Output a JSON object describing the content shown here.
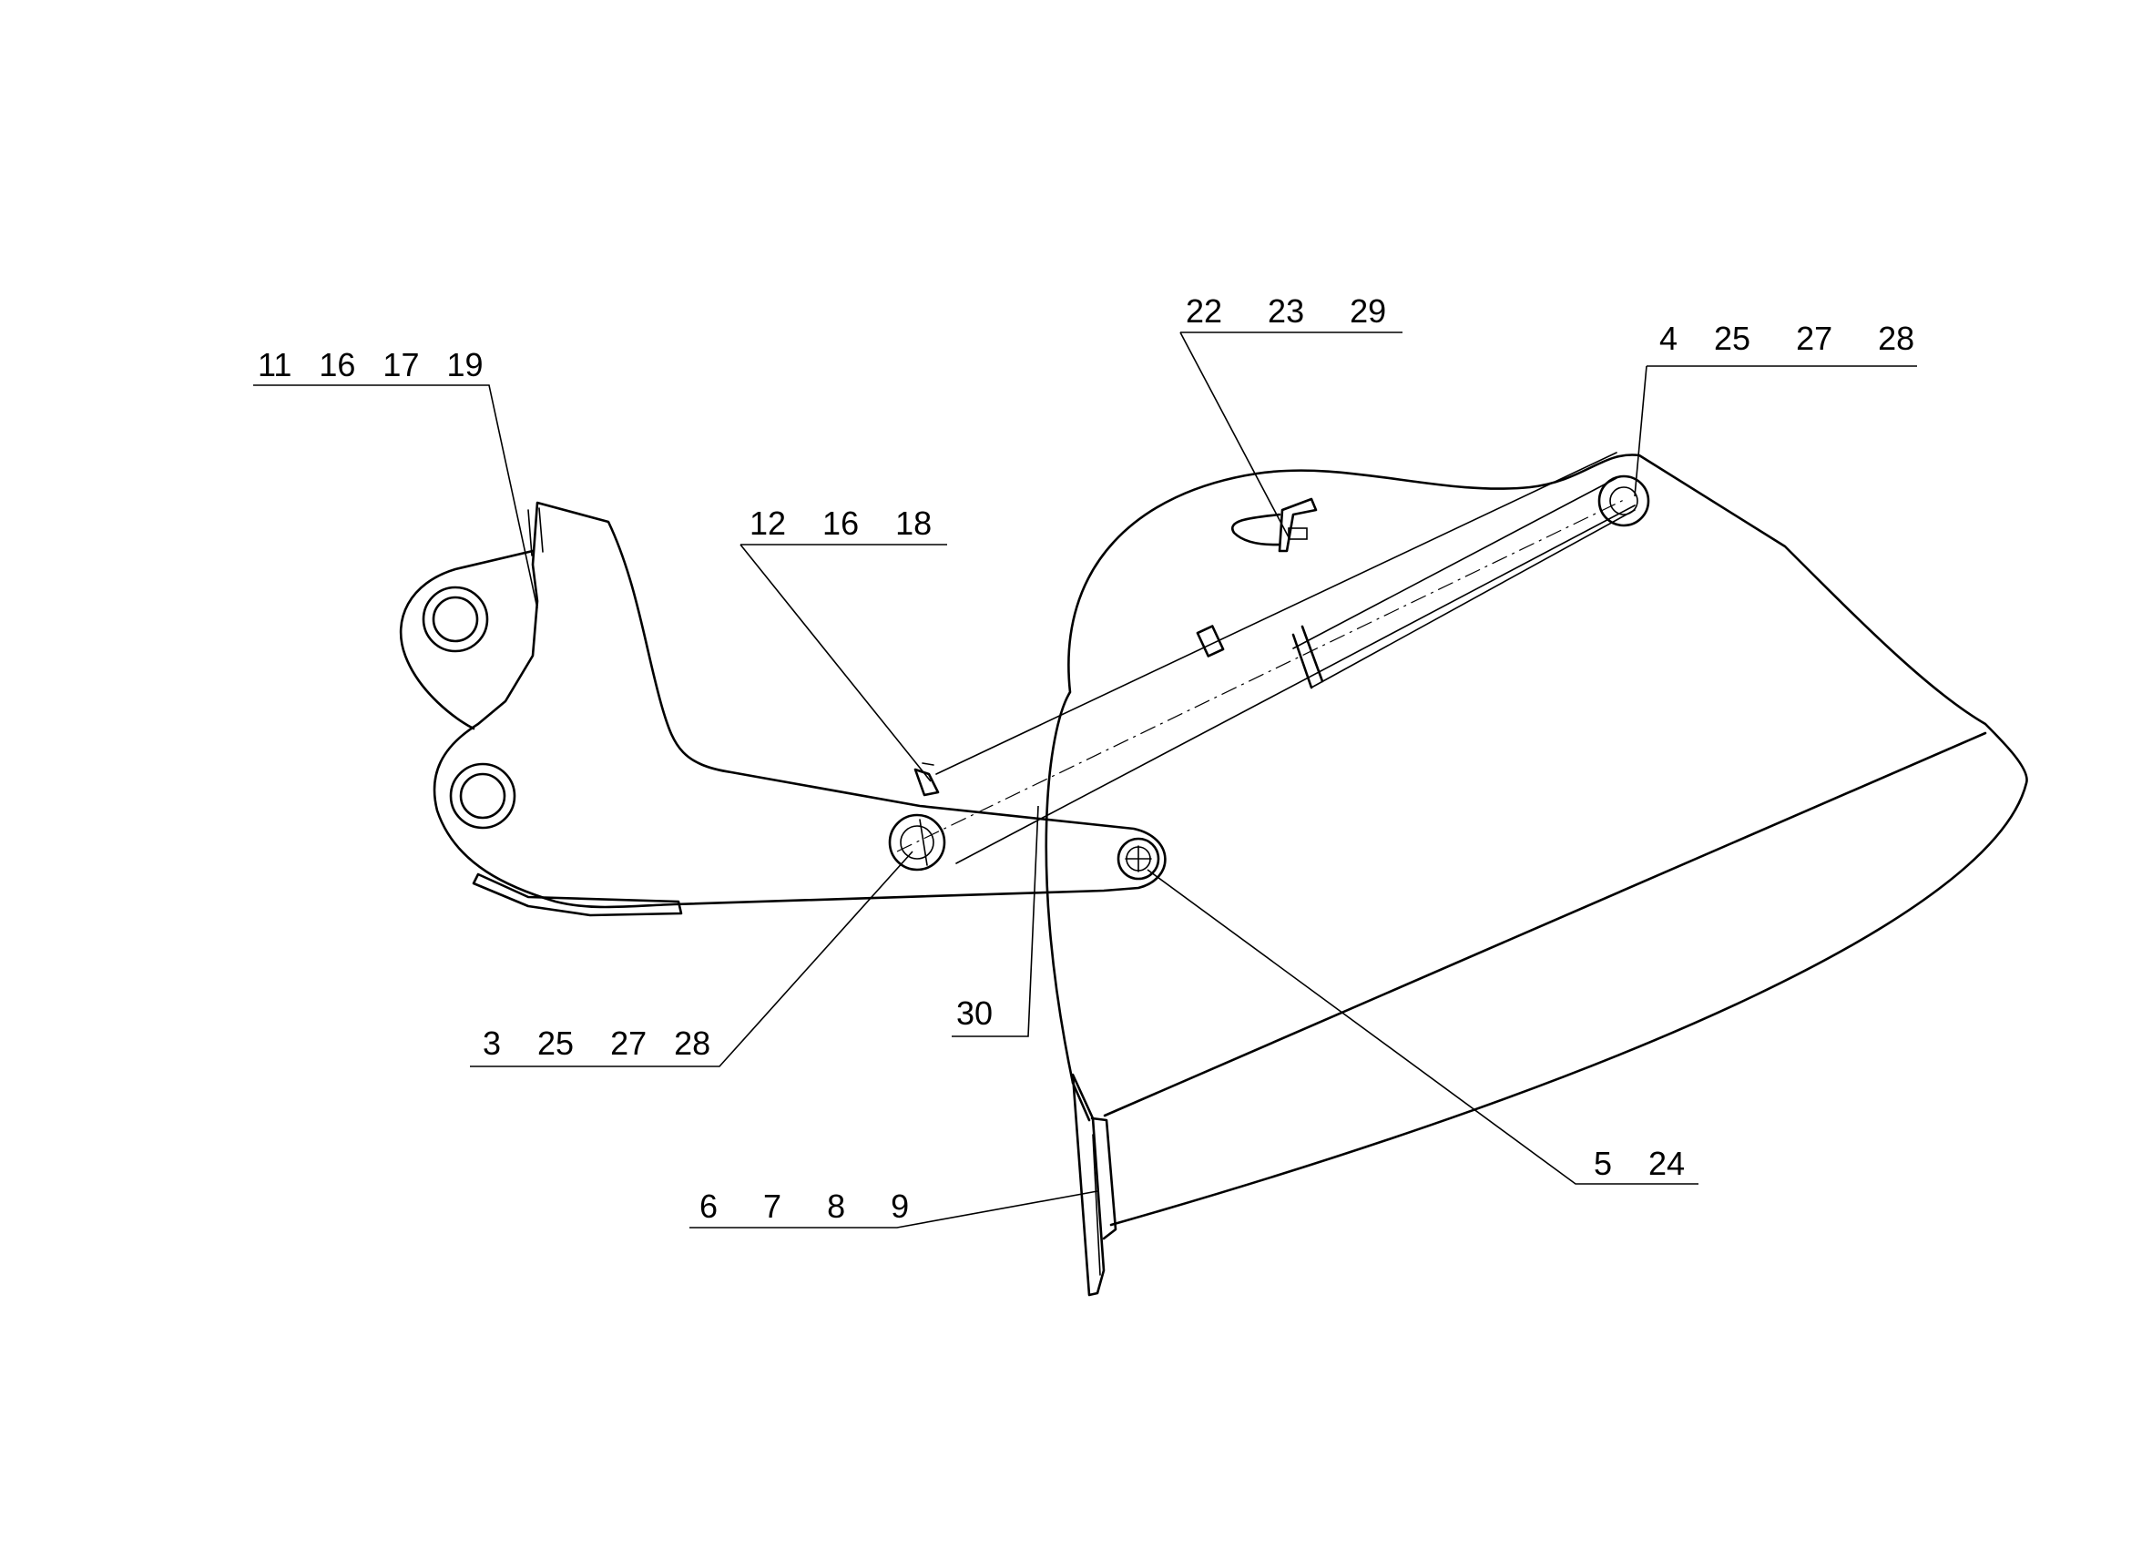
{
  "diagram": {
    "callouts": [
      {
        "id": "c1",
        "label": "11   16   17   19"
      },
      {
        "id": "c2",
        "label": "12    16    18"
      },
      {
        "id": "c3",
        "label": "22     23     29"
      },
      {
        "id": "c4",
        "label": "4    25     27     28"
      },
      {
        "id": "c5",
        "label": "3    25    27   28"
      },
      {
        "id": "c6",
        "label": "30"
      },
      {
        "id": "c7",
        "label": "5    24"
      },
      {
        "id": "c8",
        "label": "6     7     8     9"
      }
    ]
  }
}
